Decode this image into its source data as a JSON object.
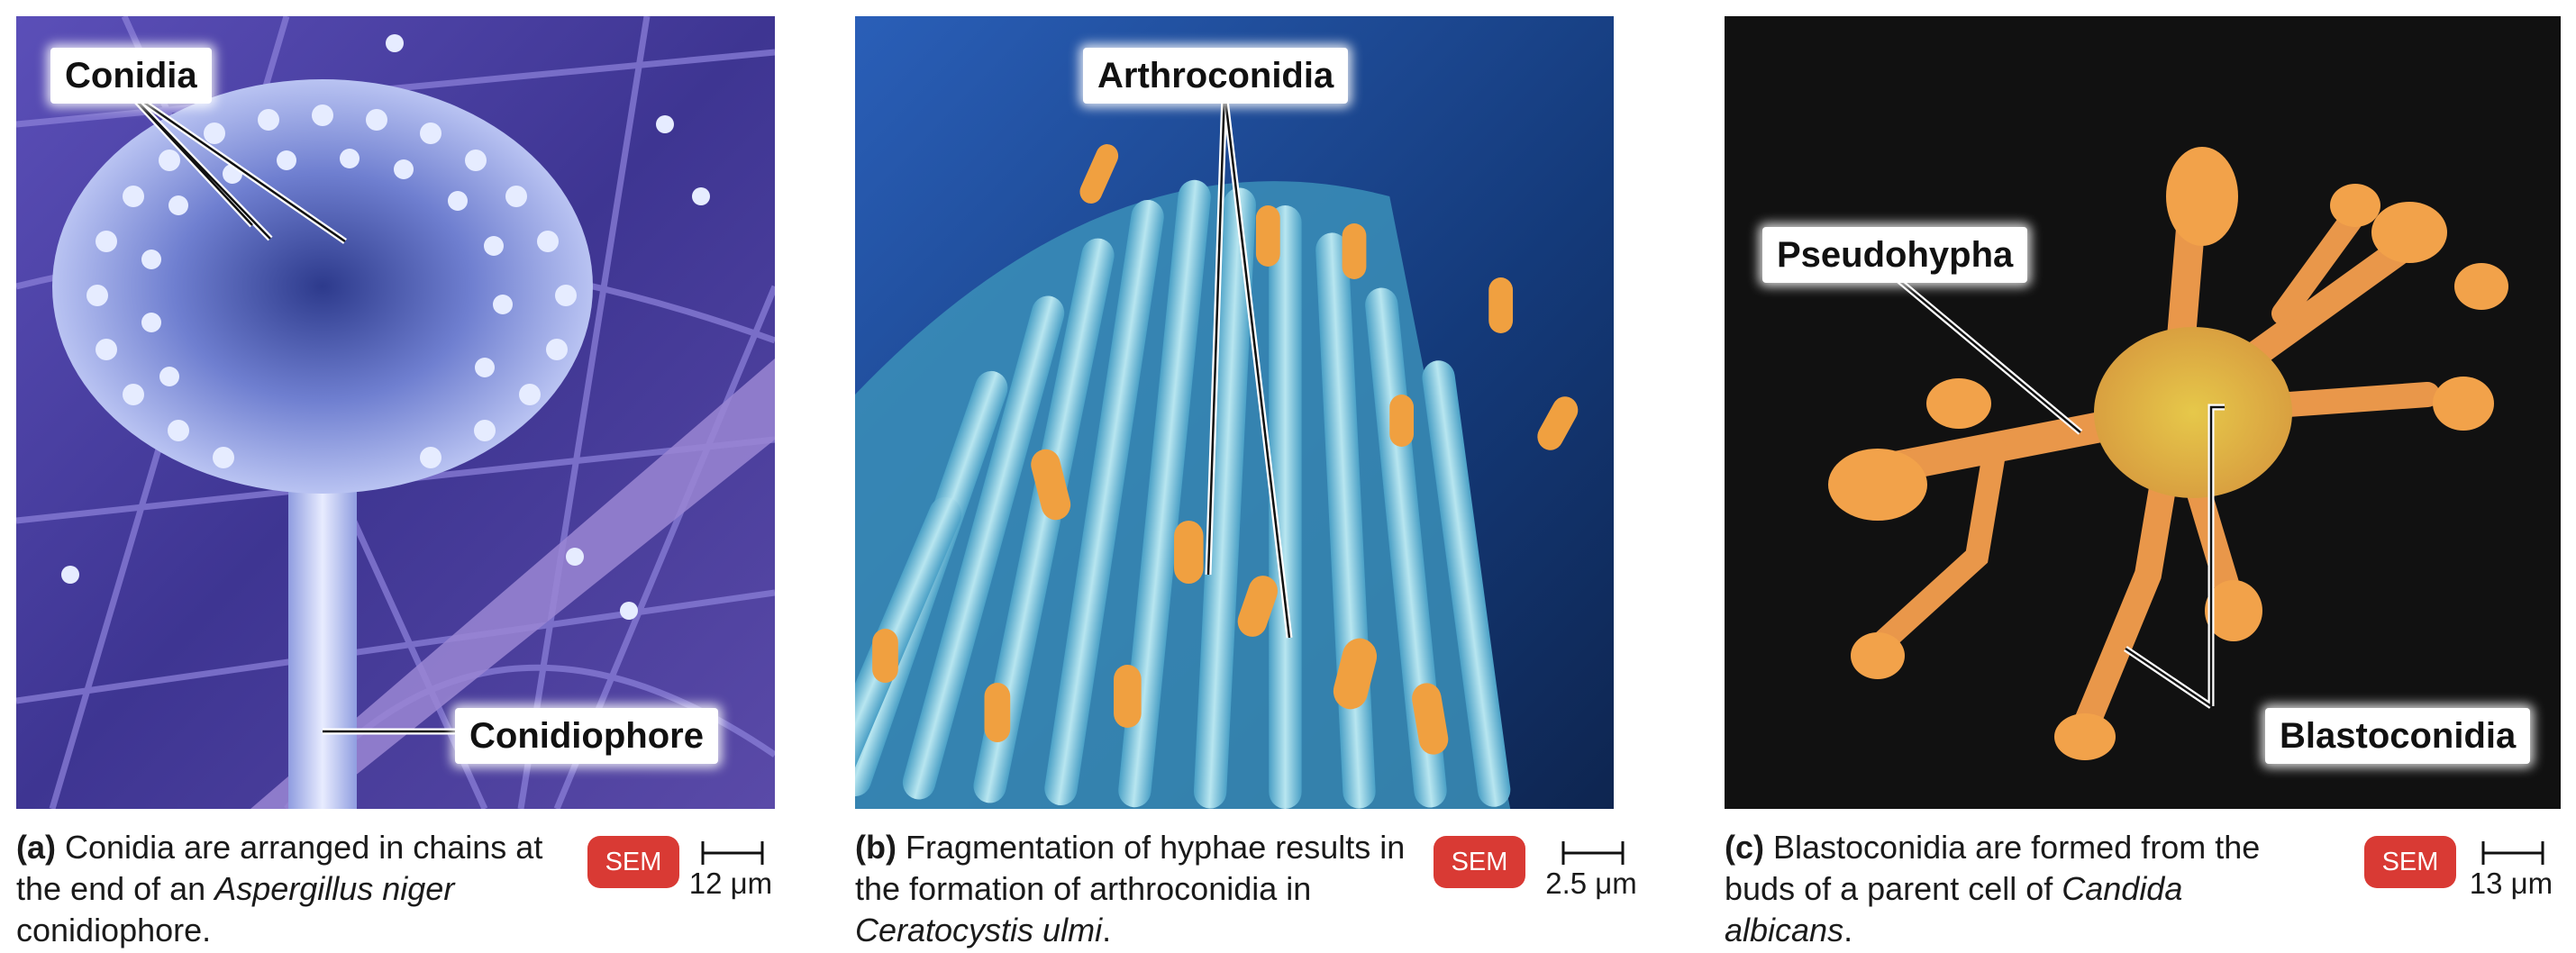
{
  "panels": [
    {
      "labels": [
        "Conidia",
        "Conidiophore"
      ],
      "caption": {
        "letter": "(a)",
        "pre": " Conidia are arranged in chains at the end of an ",
        "species": "Aspergillus niger",
        "post": " conidiophore."
      },
      "badge": "SEM",
      "scale": "12 μm"
    },
    {
      "labels": [
        "Arthroconidia"
      ],
      "caption": {
        "letter": "(b)",
        "pre": " Fragmentation of hyphae results in the formation of arthroconidia in ",
        "species": "Ceratocystis ulmi",
        "post": "."
      },
      "badge": "SEM",
      "scale": "2.5 μm"
    },
    {
      "labels": [
        "Pseudohypha",
        "Blastoconidia"
      ],
      "caption": {
        "letter": "(c)",
        "pre": " Blastoconidia are formed from the buds of a parent cell of ",
        "species": "Candida albicans",
        "post": "."
      },
      "badge": "SEM",
      "scale": "13 μm"
    }
  ],
  "colors": {
    "badge": "#d93a34",
    "panel_a_bg": "#4a3f9e",
    "panel_b_bg": "#1f4fa3",
    "panel_c_bg": "#111111",
    "conidia": "#dfe6ff",
    "arthroconidia": "#f0a040",
    "candida": "#f2a24a"
  }
}
